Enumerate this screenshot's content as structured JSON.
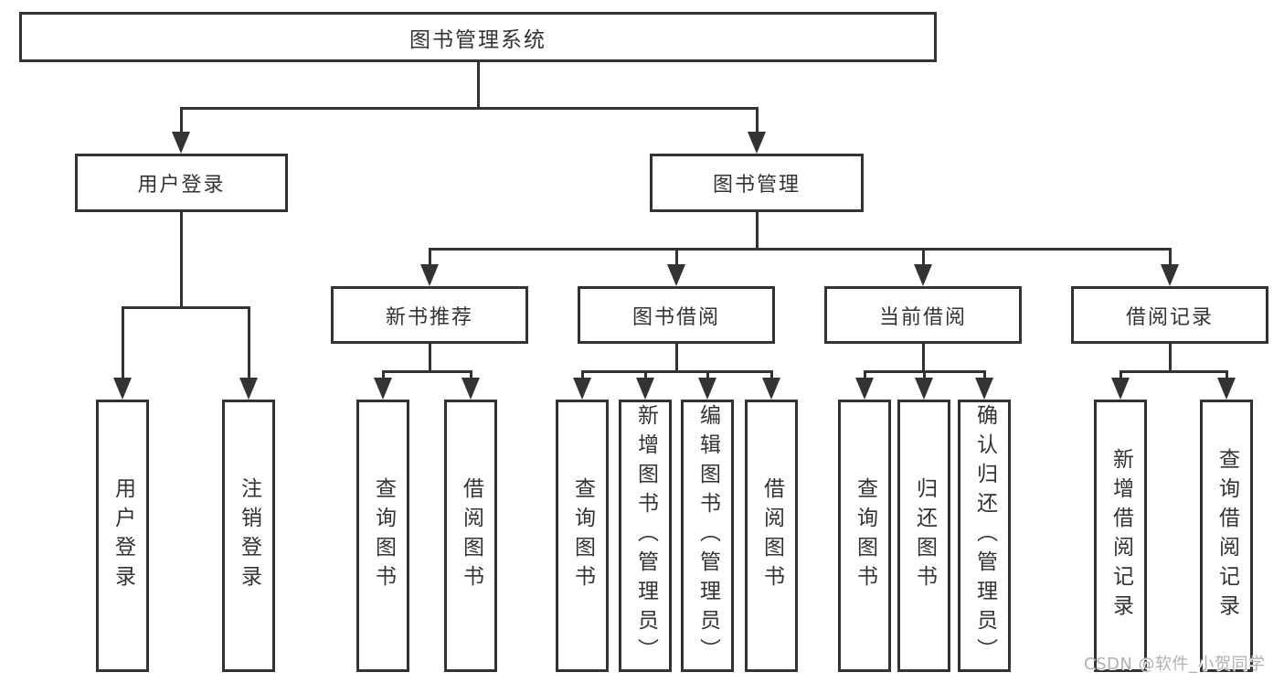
{
  "diagram": {
    "root": {
      "label": "图书管理系统"
    },
    "branches": [
      {
        "label": "用户登录",
        "children": [
          {
            "label": "用户登录"
          },
          {
            "label": "注销登录"
          }
        ]
      },
      {
        "label": "图书管理",
        "children": [
          {
            "label": "新书推荐",
            "children": [
              {
                "label": "查询图书"
              },
              {
                "label": "借阅图书"
              }
            ]
          },
          {
            "label": "图书借阅",
            "children": [
              {
                "label": "查询图书"
              },
              {
                "label": "新增图书（管理员）"
              },
              {
                "label": "编辑图书（管理员）"
              },
              {
                "label": "借阅图书"
              }
            ]
          },
          {
            "label": "当前借阅",
            "children": [
              {
                "label": "查询图书"
              },
              {
                "label": "归还图书"
              },
              {
                "label": "确认归还（管理员）"
              }
            ]
          },
          {
            "label": "借阅记录",
            "children": [
              {
                "label": "新增借阅记录"
              },
              {
                "label": "查询借阅记录"
              }
            ]
          }
        ]
      }
    ]
  },
  "watermark": {
    "text": "CSDN @软件_小贺同学"
  },
  "colors": {
    "line": "#333333",
    "text": "#333333",
    "background": "#ffffff",
    "watermark": "#b0b0b0"
  }
}
